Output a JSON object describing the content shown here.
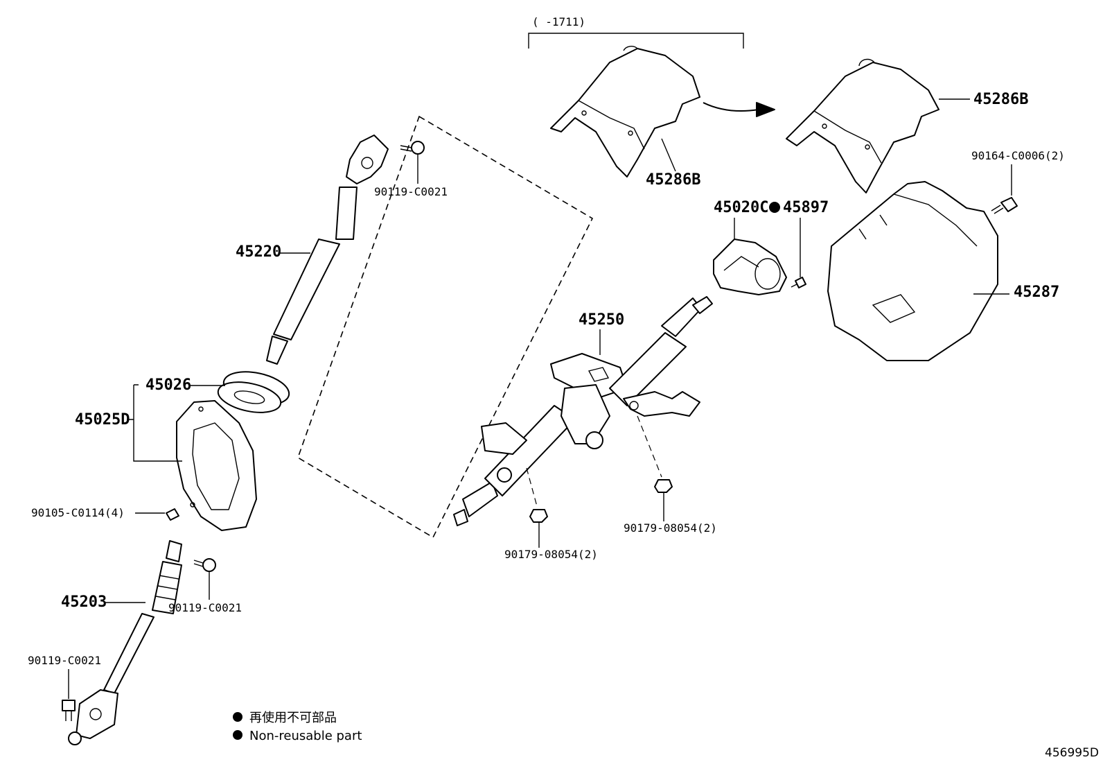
{
  "bracket_label": "(   -1711)",
  "drawing_id": "456995D",
  "legend": {
    "line1": "再使用不可部品",
    "line2": "Non-reusable part"
  },
  "parts": {
    "p45286B_left": "45286B",
    "p45286B_right": "45286B",
    "p90164": "90164-C0006(2)",
    "p45020C": "45020C",
    "p45897": "45897",
    "p45287": "45287",
    "p45250": "45250",
    "p45220": "45220",
    "p90119_top": "90119-C0021",
    "p45026": "45026",
    "p45025D": "45025D",
    "p90105": "90105-C0114(4)",
    "p90119_mid": "90119-C0021",
    "p45203": "45203",
    "p90119_bottom": "90119-C0021",
    "p90179_left": "90179-08054(2)",
    "p90179_right": "90179-08054(2)"
  }
}
